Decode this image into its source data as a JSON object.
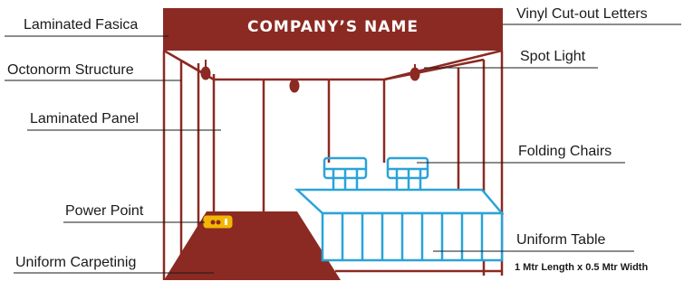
{
  "fascia": {
    "company_name": "COMPANY’S NAME"
  },
  "labels": {
    "laminated_fascia": "Laminated Fasica",
    "octonorm_structure": "Octonorm Structure",
    "laminated_panel": "Laminated Panel",
    "power_point": "Power Point",
    "uniform_carpeting": "Uniform Carpetinig",
    "vinyl_letters": "Vinyl Cut-out Letters",
    "spot_light": "Spot Light",
    "folding_chairs": "Folding Chairs",
    "uniform_table": "Uniform Table",
    "table_size": "1 Mtr Length x 0.5 Mtr Width"
  },
  "colors": {
    "structure": "#8b2a22",
    "furniture": "#2aa3d8",
    "power_point": "#f2b705",
    "leader": "#1a1a1a"
  }
}
